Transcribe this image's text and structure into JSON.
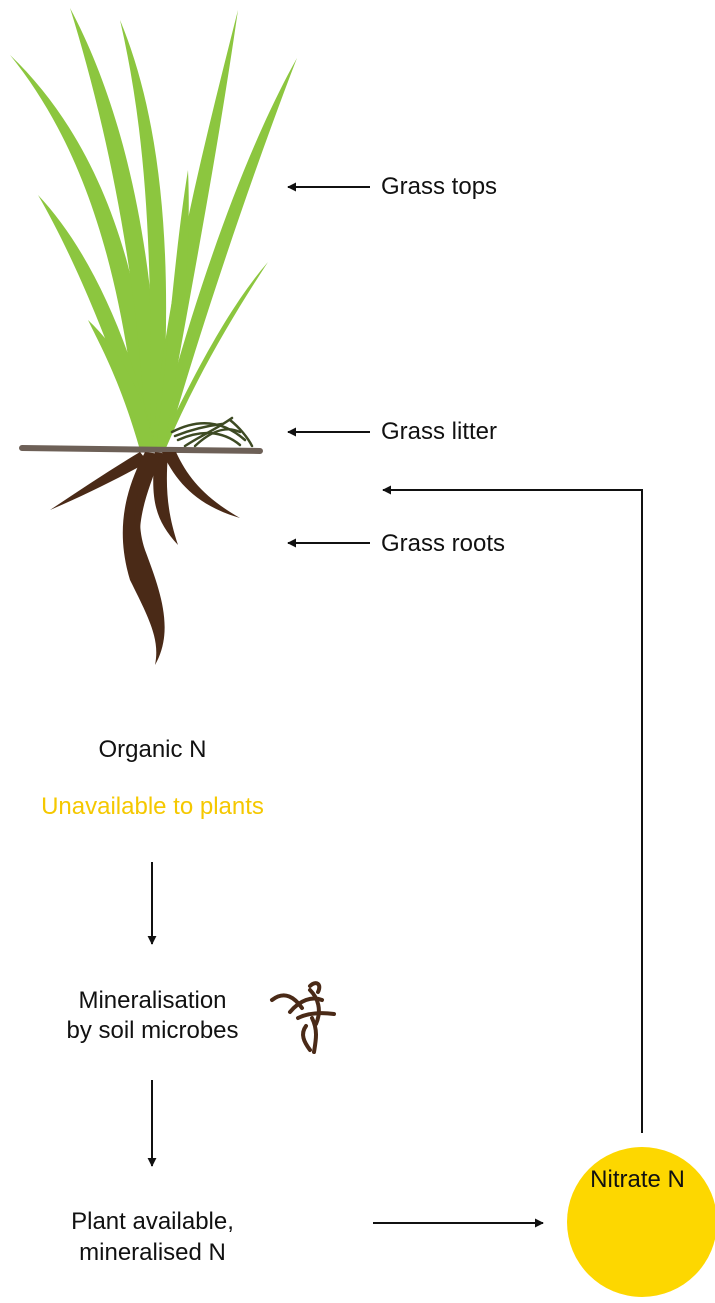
{
  "labels": {
    "grass_tops": "Grass tops",
    "grass_litter": "Grass litter",
    "grass_roots": "Grass roots",
    "organic_n": "Organic N",
    "unavailable": "Unavailable to plants",
    "mineralisation_1": "Mineralisation",
    "mineralisation_2": "by soil microbes",
    "plant_available_1": "Plant available,",
    "plant_available_2": "mineralised N",
    "nitrate": "Nitrate N"
  },
  "colors": {
    "grass": "#8cc63f",
    "soil_line": "#6d6057",
    "roots": "#4a2a17",
    "litter": "#3d4a23",
    "accent_yellow": "#fdd700",
    "text": "#111111",
    "arrow": "#111111"
  },
  "icons": {
    "microbes": "microbes-icon"
  }
}
